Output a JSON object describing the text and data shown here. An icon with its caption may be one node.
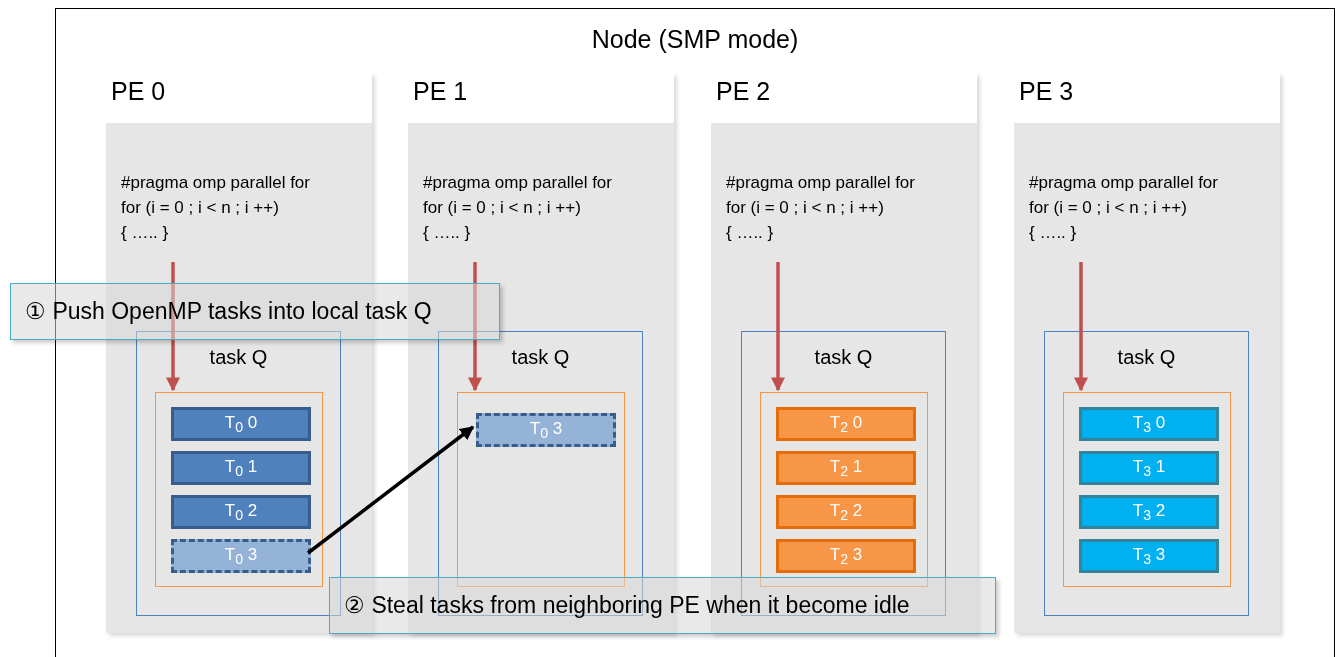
{
  "diagram": {
    "nodes": [
      {
        "text": [
          "Node (SMP mode)"
        ]
      },
      {
        "text": [
          "PE 0",
          "#pragma omp parallel for",
          "for (i = 0 ; i < n ; i ++)",
          "{ ….. }"
        ],
        "in": 0
      },
      {
        "text": [
          "task Q"
        ],
        "in": 1
      },
      {
        "text": [],
        "shape": "box",
        "in": 2
      },
      {
        "text": [
          "T$_{0}$ 0"
        ],
        "in": 3
      },
      {
        "text": [
          "T$_{0}$ 1"
        ],
        "in": 3
      },
      {
        "text": [
          "T$_{0}$ 2"
        ],
        "in": 3
      },
      {
        "text": [
          "T$_{0}$ 3"
        ],
        "in": 3
      },
      {
        "text": [
          "PE 1",
          "#pragma omp parallel for",
          "for (i = 0 ; i < n ; i ++)",
          "{ ….. }"
        ],
        "in": 0
      },
      {
        "text": [
          "task Q"
        ],
        "in": 8
      },
      {
        "text": [],
        "shape": "box",
        "in": 9
      },
      {
        "text": [
          "T$_{0}$ 3"
        ],
        "in": 10
      },
      {
        "text": [
          "PE 2",
          "#pragma omp parallel for",
          "for (i = 0 ; i < n ; i ++)",
          "{ ….. }"
        ],
        "in": 0
      },
      {
        "text": [
          "task Q"
        ],
        "in": 12
      },
      {
        "text": [],
        "shape": "box",
        "in": 13
      },
      {
        "text": [
          "T$_{2}$ 0"
        ],
        "in": 14
      },
      {
        "text": [
          "T$_{2}$ 1"
        ],
        "in": 14
      },
      {
        "text": [
          "T$_{2}$ 2"
        ],
        "in": 14
      },
      {
        "text": [
          "T$_{2}$ 3"
        ],
        "in": 14
      },
      {
        "text": [
          "PE 3",
          "#pragma omp parallel for",
          "for (i = 0 ; i < n ; i ++)",
          "{ ….. }"
        ],
        "in": 0
      },
      {
        "text": [
          "task Q"
        ],
        "in": 19
      },
      {
        "text": [],
        "shape": "box",
        "in": 20
      },
      {
        "text": [
          "T$_{3}$ 0"
        ],
        "in": 21
      },
      {
        "text": [
          "T$_{3}$ 1"
        ],
        "in": 21
      },
      {
        "text": [
          "T$_{3}$ 2"
        ],
        "in": 21
      },
      {
        "text": [
          "T$_{3}$ 3"
        ],
        "in": 21
      },
      {
        "text": [
          "① Push OpenMP tasks into local task Q"
        ]
      },
      {
        "text": [
          "② Steal tasks from neighboring PE when it become idle"
        ],
        "in": 0
      }
    ],
    "edges": [
      {
        "from": null,
        "to": 3,
        "arrow": "to"
      },
      {
        "from": null,
        "to": 10,
        "arrow": "to"
      },
      {
        "from": null,
        "to": 14,
        "arrow": "to"
      },
      {
        "from": null,
        "to": 21,
        "arrow": "to"
      },
      {
        "from": 7,
        "to": 11,
        "arrow": "to",
        "color": "#000000"
      }
    ]
  }
}
